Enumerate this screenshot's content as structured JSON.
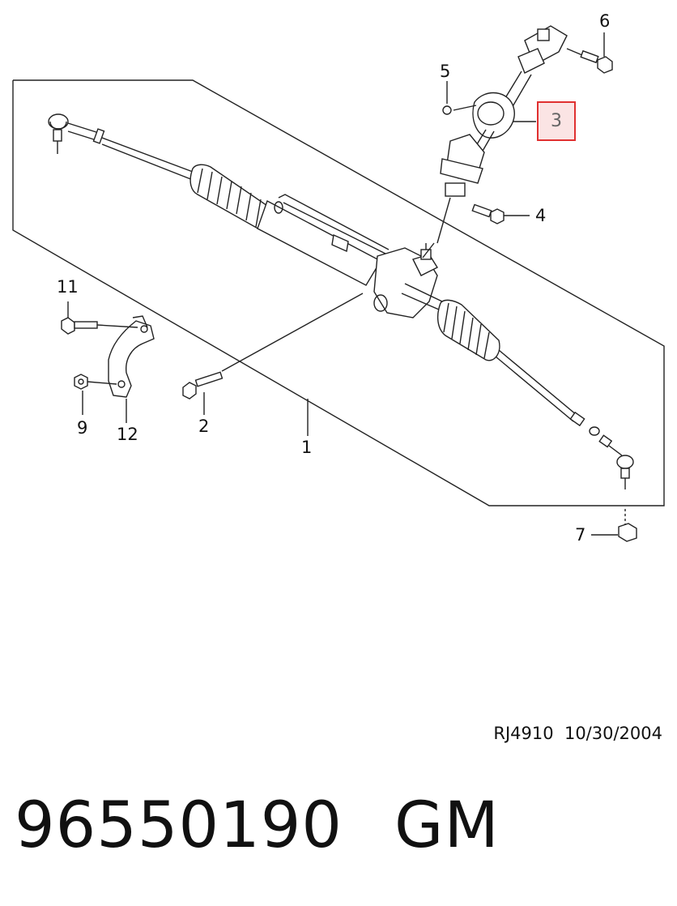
{
  "callouts": {
    "c1": "1",
    "c2": "2",
    "c3": "3",
    "c4": "4",
    "c5": "5",
    "c6": "6",
    "c7": "7",
    "c9": "9",
    "c11": "11",
    "c12": "12"
  },
  "highlighted_callout": "3",
  "colors": {
    "highlight_border": "#e03030",
    "highlight_fill": "#fbe4e4",
    "line": "#222222"
  },
  "reference": "RJ4910  10/30/2004",
  "part_number": "96550190",
  "manufacturer": "GM"
}
